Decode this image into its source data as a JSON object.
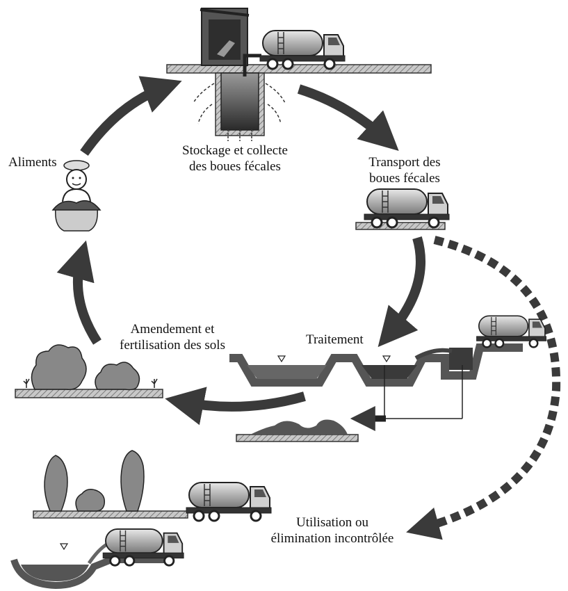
{
  "labels": {
    "storage_line1": "Stockage et collecte",
    "storage_line2": "des boues fécales",
    "transport_line1": "Transport des",
    "transport_line2": "boues fécales",
    "treatment": "Traitement",
    "amendment_line1": "Amendement et",
    "amendment_line2": "fertilisation des sols",
    "food": "Aliments",
    "uncontrolled_line1": "Utilisation ou",
    "uncontrolled_line2": "élimination incontrôlée"
  },
  "colors": {
    "arrow": "#3a3a3a",
    "ground": "#555555",
    "sludge": "#4a4a4a",
    "truck_tank": "#b8b8b8",
    "vegetation": "#8a8a8a",
    "water": "#6a6a6a"
  },
  "icons": {
    "latrine": "latrine-pit-icon",
    "truck": "vacuum-truck-icon",
    "treatment": "treatment-ponds-icon",
    "farmer": "farmer-icon",
    "food": "food-basket-icon",
    "plants": "plants-icon",
    "trees": "trees-icon",
    "pond": "pond-icon"
  }
}
